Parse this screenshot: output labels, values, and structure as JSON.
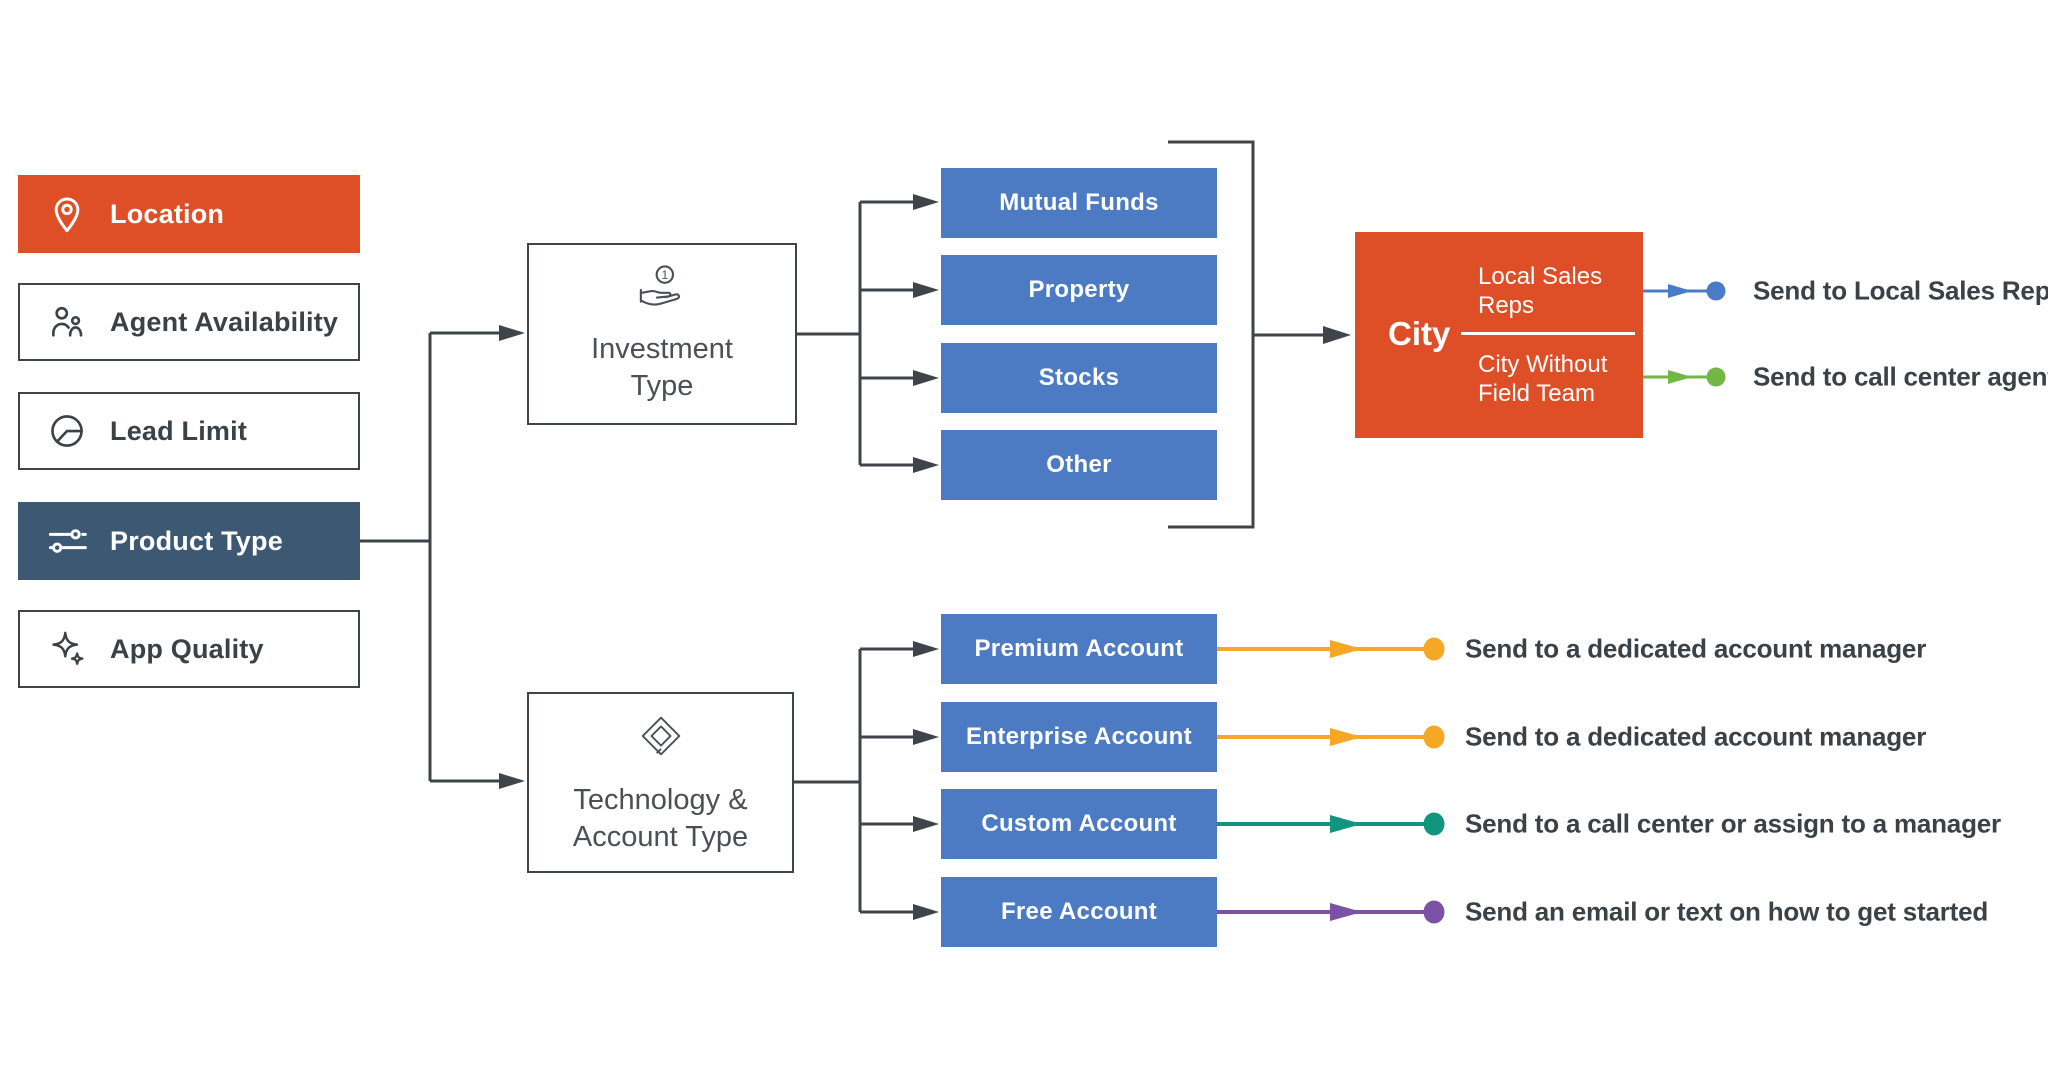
{
  "palette": {
    "orange": "#DE4F28",
    "navy": "#3D5872",
    "option_blue": "#4C7BC4",
    "connector_dark": "#3E444A",
    "text_dark": "#3A4147"
  },
  "sidebar": {
    "items": [
      {
        "label": "Location",
        "icon": "location-pin-icon"
      },
      {
        "label": "Agent Availability",
        "icon": "agents-icon"
      },
      {
        "label": "Lead Limit",
        "icon": "pie-chart-icon"
      },
      {
        "label": "Product Type",
        "icon": "sliders-icon"
      },
      {
        "label": "App Quality",
        "icon": "sparkles-icon"
      }
    ]
  },
  "decision_nodes": {
    "investment": {
      "line1": "Investment",
      "line2": "Type",
      "icon": "coin-in-hand-icon"
    },
    "technology": {
      "line1": "Technology &",
      "line2": "Account Type",
      "icon": "diamond-logo-icon"
    }
  },
  "investment_options": [
    {
      "label": "Mutual Funds"
    },
    {
      "label": "Property"
    },
    {
      "label": "Stocks"
    },
    {
      "label": "Other"
    }
  ],
  "city_node": {
    "label": "City",
    "segment_top": "Local Sales Reps",
    "segment_bottom": "City Without Field Team"
  },
  "city_outcomes": [
    {
      "label": "Send to Local Sales Reps",
      "color": "#4A7BC5"
    },
    {
      "label": "Send to call center agents",
      "color": "#72B646"
    }
  ],
  "account_rows": [
    {
      "label": "Premium Account",
      "outcome": "Send to a dedicated account manager",
      "color": "#F6A723"
    },
    {
      "label": "Enterprise Account",
      "outcome": "Send to a dedicated account manager",
      "color": "#F6A723"
    },
    {
      "label": "Custom Account",
      "outcome": "Send to a call center or assign to a manager",
      "color": "#12957E"
    },
    {
      "label": "Free Account",
      "outcome": "Send an email or text on how to get started",
      "color": "#7B52A5"
    }
  ]
}
